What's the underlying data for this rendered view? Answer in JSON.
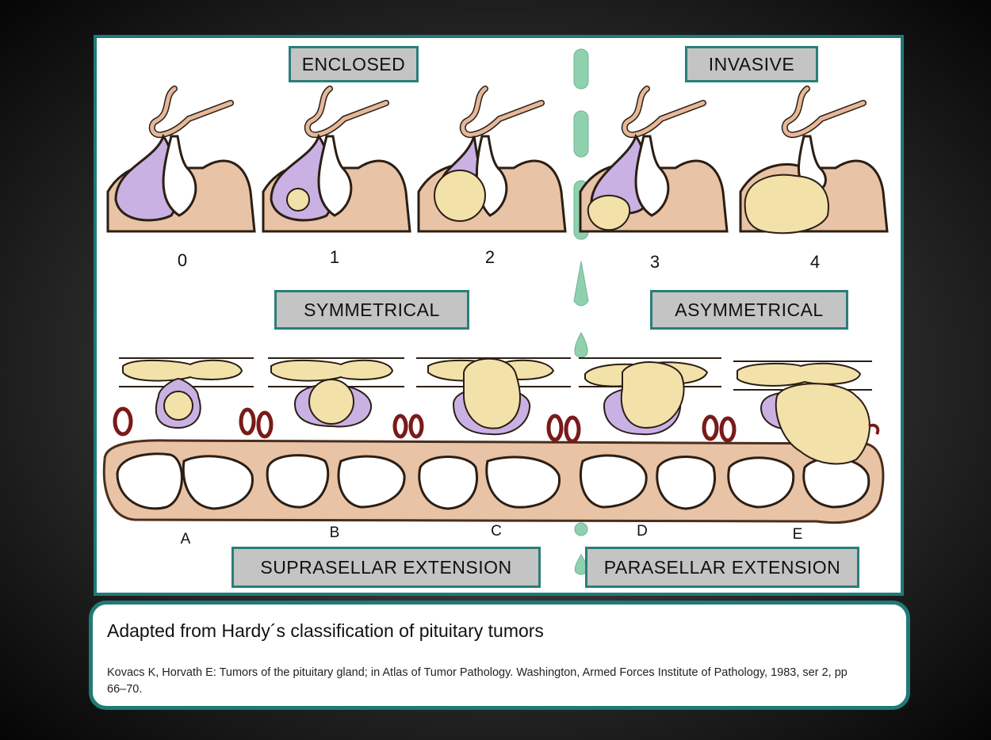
{
  "labels": {
    "enclosed": "ENCLOSED",
    "invasive": "INVASIVE",
    "symmetrical": "SYMMETRICAL",
    "asymmetrical": "ASYMMETRICAL",
    "suprasellar": "SUPRASELLAR EXTENSION",
    "parasellar": "PARASELLAR EXTENSION"
  },
  "grades": [
    "0",
    "1",
    "2",
    "3",
    "4"
  ],
  "stages": [
    "A",
    "B",
    "C",
    "D",
    "E"
  ],
  "caption": {
    "title": "Adapted from Hardy´s classification of pituitary tumors",
    "reference": "Kovacs K, Horvath E: Tumors of the pituitary gland; in Atlas of Tumor Pathology. Washington, Armed Forces Institute of Pathology, 1983, ser 2, pp 66–70."
  },
  "colors": {
    "teal_border": "#1f7a78",
    "bone": "#e8c3a5",
    "pituitary": "#c9b1e4",
    "tumor": "#f2e2aa",
    "separator": "#8fd1ae"
  }
}
